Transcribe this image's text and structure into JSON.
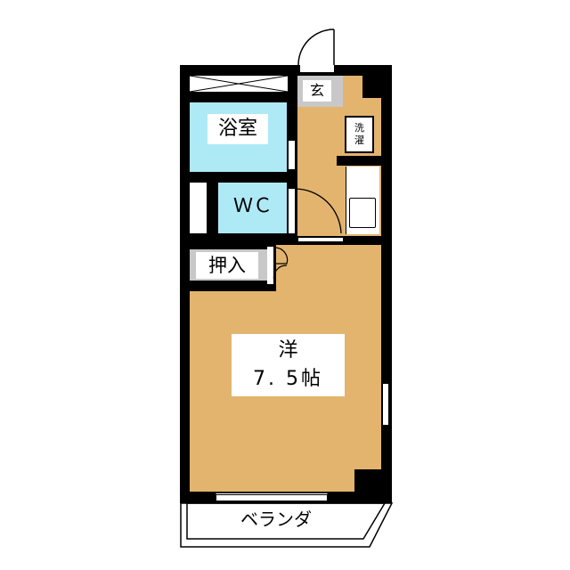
{
  "rooms": {
    "entrance": "玄",
    "bath": "浴室",
    "laundry_line1": "洗",
    "laundry_line2": "濯",
    "toilet": "ＷＣ",
    "closet": "押入",
    "western_room": "洋",
    "western_room_size": "7. 5帖",
    "balcony": "ベランダ"
  },
  "colors": {
    "floor": "#e2b46e",
    "wet_area": "#aee9f6",
    "wall": "#000000",
    "storage": "#c8c8c8"
  }
}
